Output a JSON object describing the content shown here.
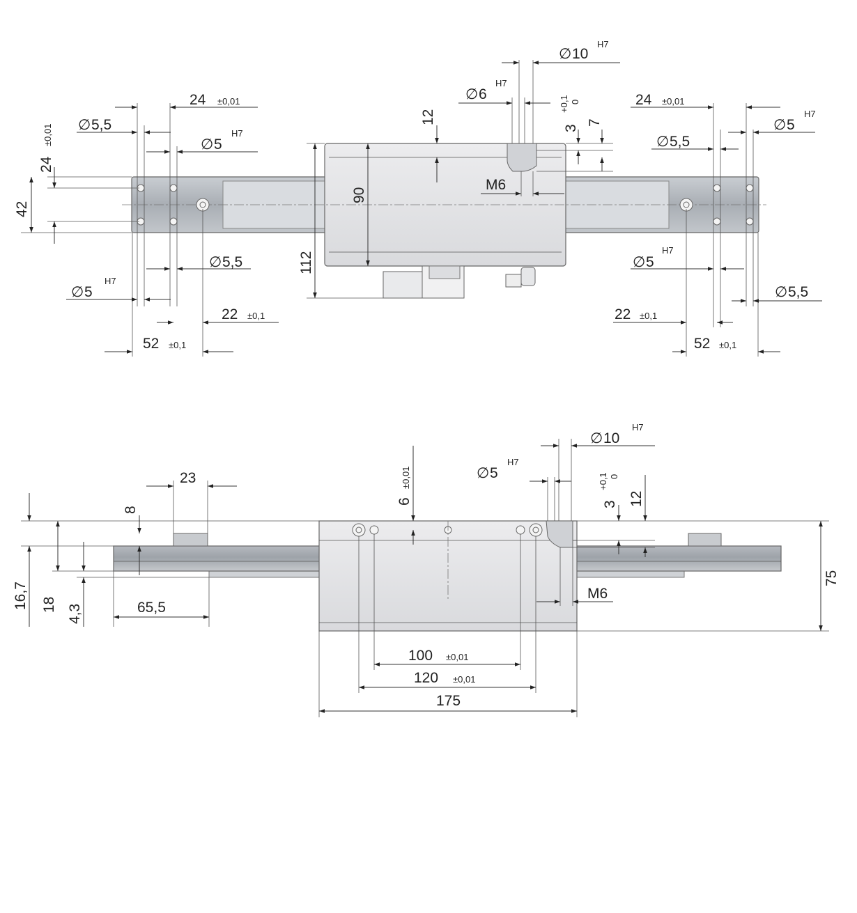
{
  "top_view": {
    "left_rail": {
      "pitch": "24",
      "pitch_tol": "±0,01",
      "hole_a": "5,5",
      "hole_b": "5",
      "hole_b_fit": "H7",
      "vertical_pitch": "24",
      "vertical_pitch_tol": "±0,01",
      "width": "42",
      "hole_c": "5,5",
      "hole_d": "5",
      "hole_d_fit": "H7",
      "offset": "22",
      "offset_tol": "±0,1",
      "length": "52",
      "length_tol": "±0,1"
    },
    "carriage": {
      "height_inner": "90",
      "height_outer": "112",
      "edge": "12",
      "thread": "M6",
      "bore_large": "10",
      "bore_large_fit": "H7",
      "bore_small": "6",
      "bore_small_fit": "H7",
      "tol_upper": "+0,1",
      "tol_lower": "0",
      "depth_a": "3",
      "depth_b": "7"
    },
    "right_rail": {
      "pitch": "24",
      "pitch_tol": "±0,01",
      "hole_a": "5",
      "hole_a_fit": "H7",
      "hole_b": "5,5",
      "hole_c": "5",
      "hole_c_fit": "H7",
      "hole_d": "5,5",
      "offset": "22",
      "offset_tol": "±0,1",
      "length": "52",
      "length_tol": "±0,1"
    }
  },
  "side_view": {
    "block_width": "23",
    "block_height": "8",
    "rail_h1": "16,7",
    "rail_h2": "18",
    "rail_h3": "4,3",
    "overhang": "65,5",
    "center_offset": "6",
    "center_offset_tol": "±0,01",
    "bore_small": "5",
    "bore_small_fit": "H7",
    "bore_large": "10",
    "bore_large_fit": "H7",
    "tol_upper": "+0,1",
    "tol_lower": "0",
    "depth_a": "3",
    "depth_b": "12",
    "thread": "M6",
    "total_height": "75",
    "pitch_inner": "100",
    "pitch_inner_tol": "±0,01",
    "pitch_outer": "120",
    "pitch_outer_tol": "±0,01",
    "total_width": "175"
  },
  "symbols": {
    "diameter": "∅"
  }
}
